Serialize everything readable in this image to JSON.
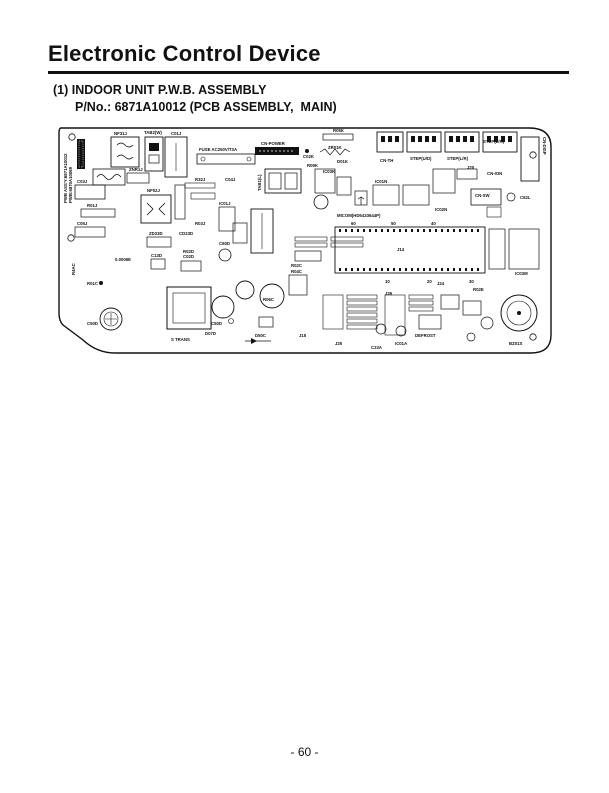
{
  "header": {
    "title": "Electronic Control Device",
    "subtitle": "(1) INDOOR UNIT P.W.B. ASSEMBLY",
    "part_number": "P/No.: 6871A10012 (PCB ASSEMBLY,  MAIN)"
  },
  "diagram": {
    "labels": {
      "nf31j": "NF31J",
      "tab2": "TAB2(W)",
      "c01j": "C01J",
      "fuse": "FUSE AC250V/T3A",
      "cn_power": "CN-POWER",
      "r05k": "R05K",
      "zr01k": "ZR01K",
      "d01k": "D01K",
      "c02k": "C02K",
      "cn_th": "CN-TH",
      "step_ud": "STEP(U/D)",
      "step_lr": "STEP(L/R)",
      "cn_disp": "CN-DISP",
      "tab1": "TAB1(L)",
      "r32j": "R32J",
      "c04j": "C04J",
      "c03j": "C03J",
      "r01j": "R01J",
      "c05j": "C05J",
      "nf02j": "NF02J",
      "zns1j": "ZNR1J",
      "ic01j": "IC01J",
      "r03j": "R03J",
      "ic03k": "IC03K",
      "r09k": "R09K",
      "ic01n": "IC01N",
      "cn_sw": "CN-SW",
      "c62l": "C62L",
      "micom": "MICOM(HD6433644P)",
      "zd23d": "ZD23D",
      "cd23d": "CD23D",
      "c60d": "C60D",
      "r02d": "R02D",
      "c02d": "C02D",
      "r02c": "R02C",
      "r04c": "R04C",
      "rel_cap": "0.0006E",
      "ic02n": "IC02N",
      "c13d": "C13D",
      "r01c": "R01C",
      "d50c": "D50C",
      "c50d": "C50D",
      "d07d": "D07D",
      "s_trans": "S TRANS",
      "r06c": "R06C",
      "c23a": "C23A",
      "ic01a": "IC01A",
      "defrost": "DEFROST",
      "bz01s": "BZ01S",
      "ic03m": "IC03M",
      "r02e": "R02E",
      "j15": "J15",
      "j25": "J25",
      "j35": "J35",
      "j14": "J14",
      "j24": "J24",
      "j20": "J20",
      "cn_ion": "CN-ION",
      "pwb_part": "PWB ASS'Y:6871A10012",
      "pwb_num": "PWB:6870A10069",
      "n10": "10",
      "n20": "20",
      "n30": "30",
      "n40": "40",
      "n60": "60",
      "n50": "50",
      "ac1": "R4AC"
    }
  },
  "footer": {
    "page_number": "- 60 -"
  }
}
